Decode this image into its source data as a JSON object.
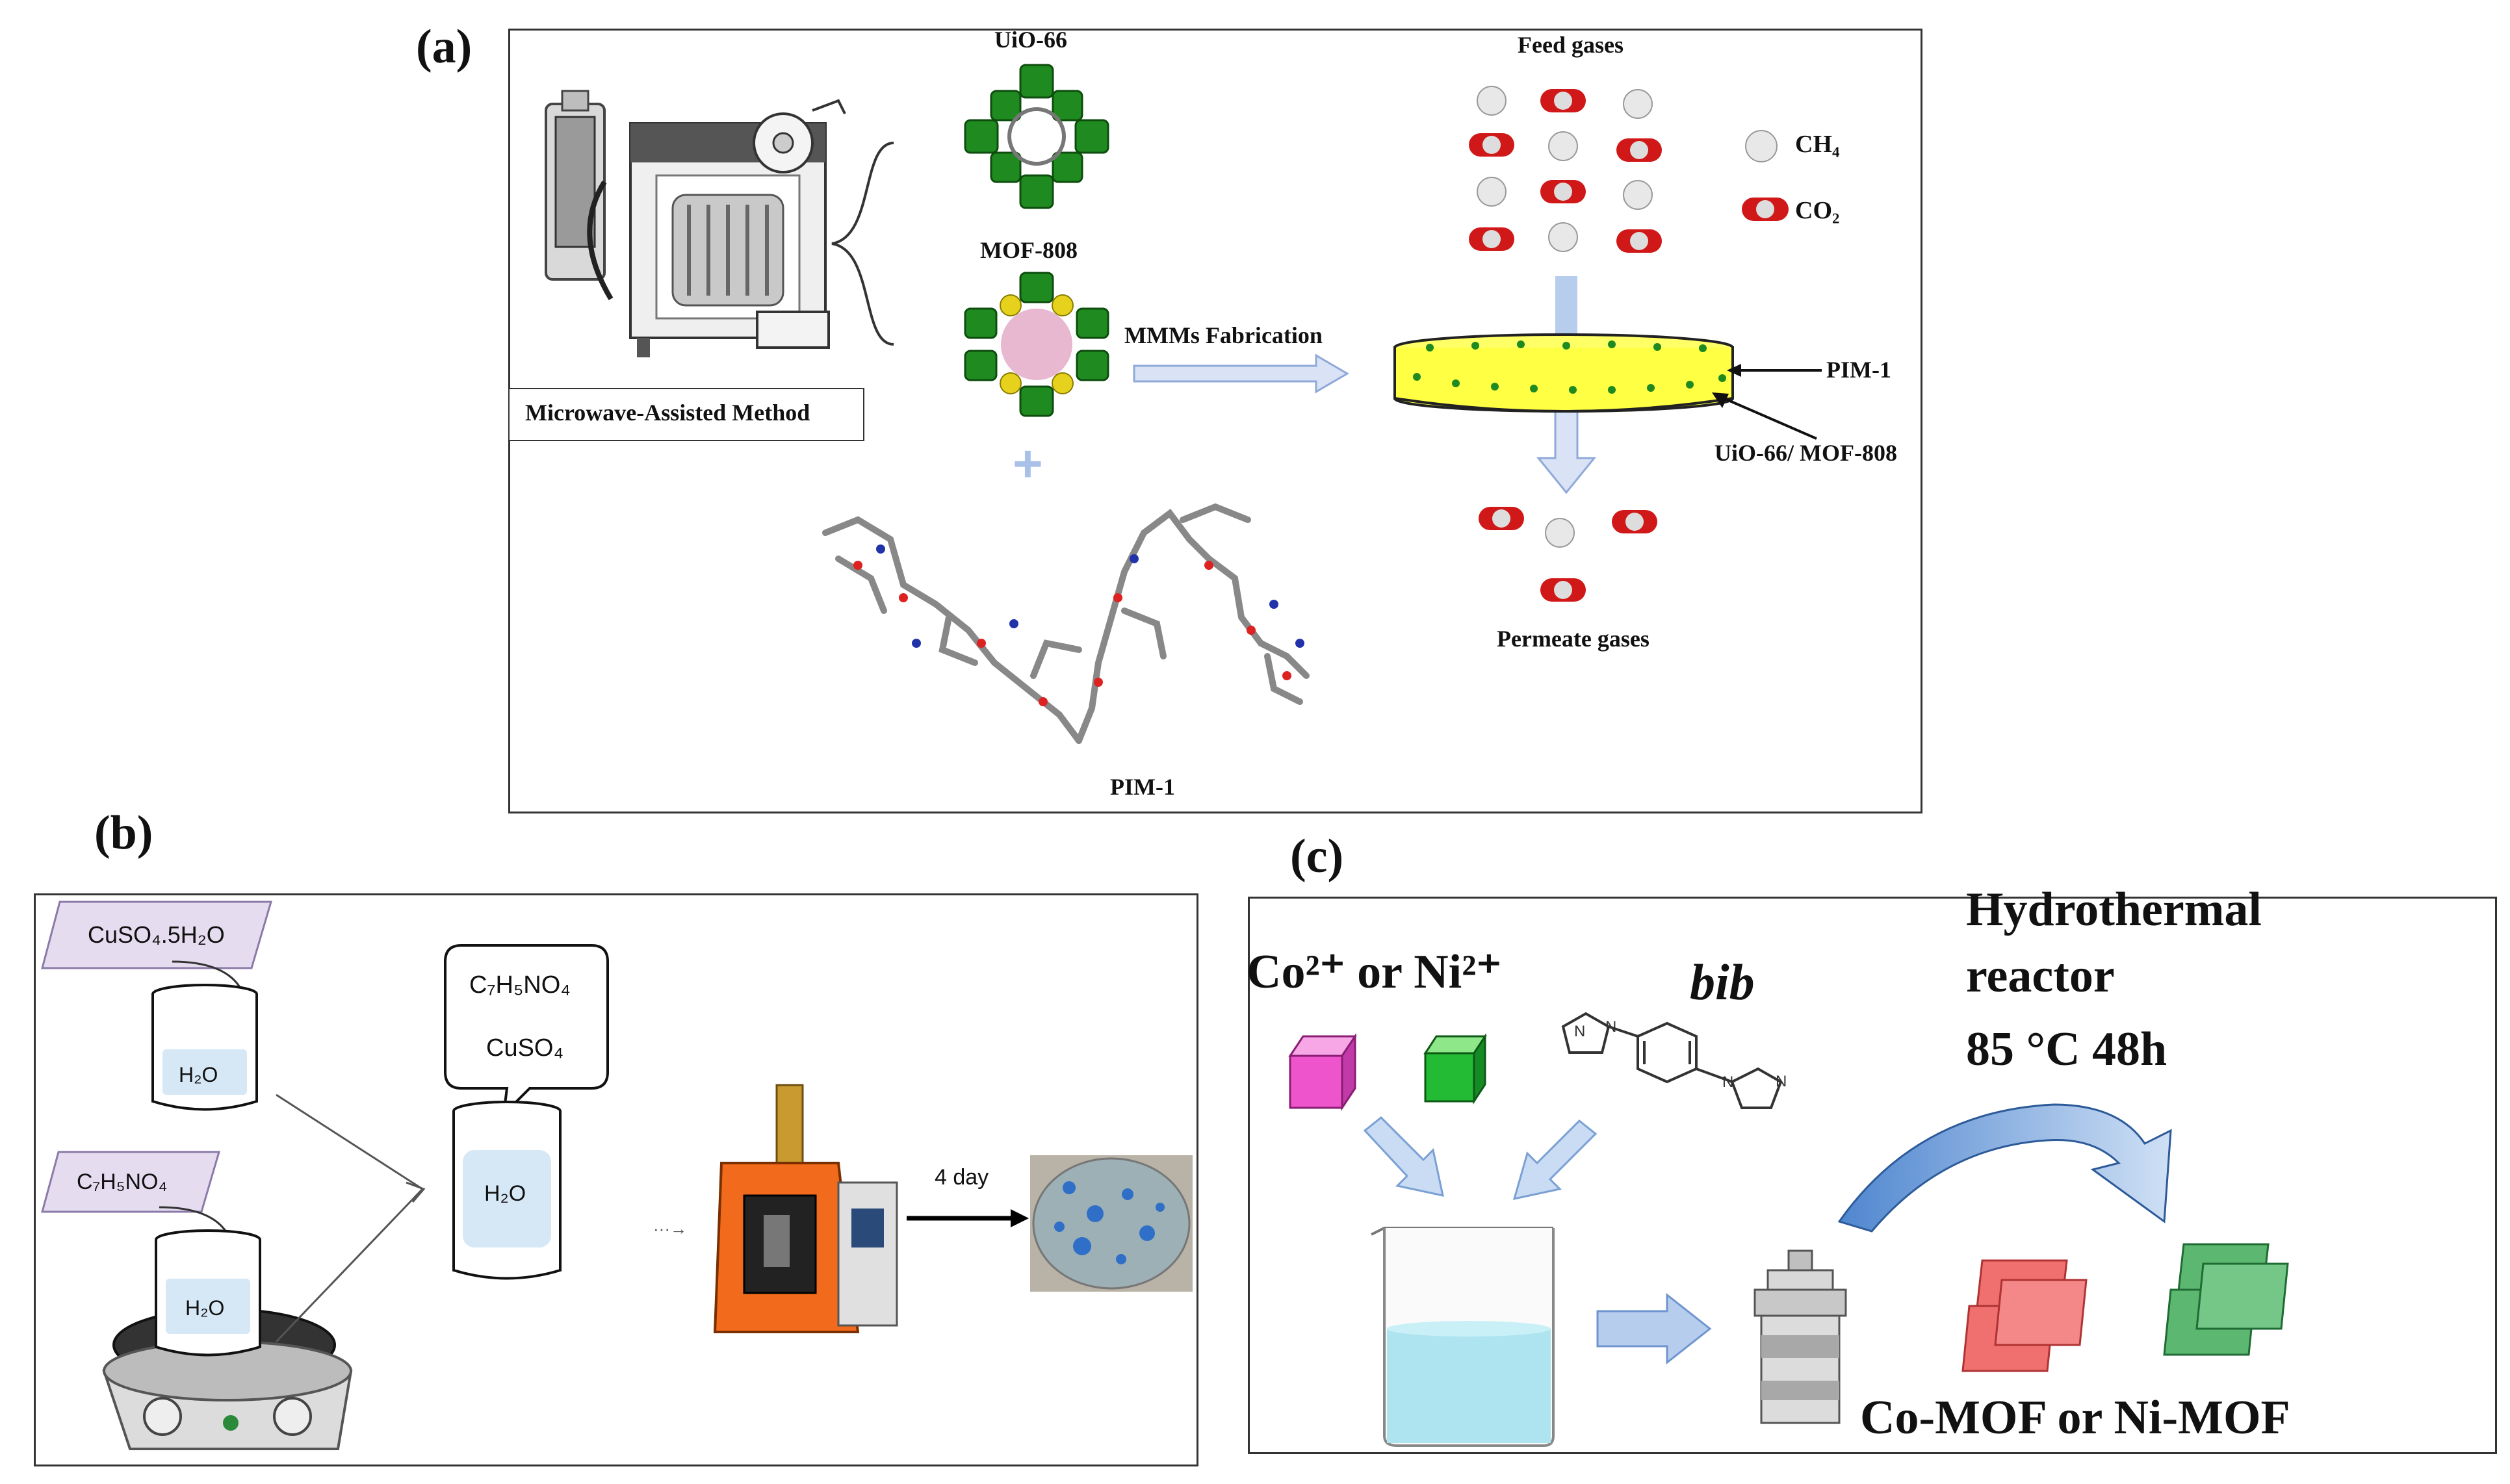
{
  "panel_a": {
    "letter": "(a)",
    "mof1": "UiO-66",
    "mof2": "MOF-808",
    "method": "Microwave-Assisted Method",
    "fabrication": "MMMs Fabrication",
    "feed": "Feed gases",
    "permeate": "Permeate gases",
    "ch4": "CH₄",
    "co2": "CO₂",
    "pim_label": "PIM-1",
    "filler_label": "UiO-66/ MOF-808",
    "polymer": "PIM-1",
    "plus": "+"
  },
  "panel_b": {
    "letter": "(b)",
    "reagent1": "CuSO₄.5H₂O",
    "reagent2": "C₇H₅NO₄",
    "water1": "H₂O",
    "water2": "H₂O",
    "water3": "H₂O",
    "bubble_line1": "C₇H₅NO₄",
    "bubble_line2": "CuSO₄",
    "time": "4 day",
    "dots": "···→"
  },
  "panel_c": {
    "letter": "(c)",
    "metals": "Co²⁺ or Ni²⁺",
    "ligand": "bib",
    "reactor_line1": "Hydrothermal",
    "reactor_line2": "reactor",
    "reactor_line3": "85 °C 48h",
    "product": "Co-MOF or Ni-MOF"
  },
  "colors": {
    "mof_green": "#1f8a1f",
    "membrane_yellow": "#ffff44",
    "co2_red": "#d01818",
    "arrow_blue": "#b7cdee",
    "bubble_purple": "#e6dcf0",
    "water_blue": "#d6e8f6",
    "oven_orange": "#f26a1b",
    "cube_pink": "#ee55cc",
    "cube_green": "#22bb33",
    "sheet_red": "#f07070",
    "sheet_green": "#5cb870",
    "curve_blue": "#4f86cf"
  }
}
